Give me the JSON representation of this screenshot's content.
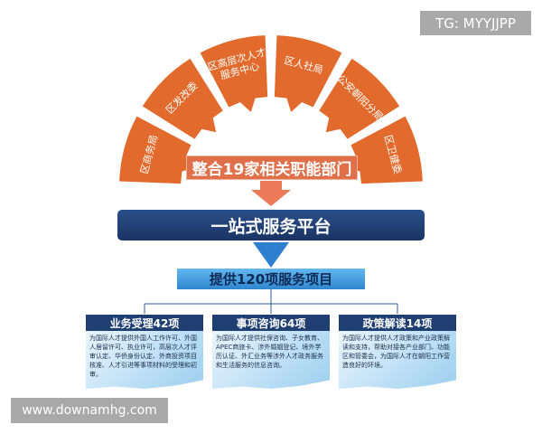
{
  "watermark_top": "TG: MYYJJPP",
  "watermark_bottom": "www.downamhg.com",
  "departments": [
    "区商务局",
    "区发改委",
    "区高层次人才服务中心",
    "区人社局",
    "公安朝阳分局",
    "区卫健委"
  ],
  "integration": "整合19家相关职能部门",
  "platform": "一站式服务平台",
  "provide": "提供120项服务项目",
  "colors": {
    "orange": "#e26a2c",
    "navy": "#1f3f73",
    "light_blue": "#4fa6e6"
  },
  "services": [
    {
      "title": "业务受理42项",
      "desc": "为国际人才提供外国人工作许可、外国人居留许可、执业许可，高层次人才评审认定、华侨身份认定、外商投资项目核准、人才引进等事项材料的受理和初审。"
    },
    {
      "title": "事项咨询64项",
      "desc": "为国际人才提供社保咨询、子女教育、APEC商旅卡、涉外婚姻登记、境外学历认证、外汇业务等涉外人才政务服务和生活服务的信息咨询。"
    },
    {
      "title": "政策解读14项",
      "desc": "为国际人才提供人才政策和产业政策解读和支持，帮助对接各产业部门、功能区和管委会，为国际人才在朝阳工作营造良好的环境。"
    }
  ]
}
